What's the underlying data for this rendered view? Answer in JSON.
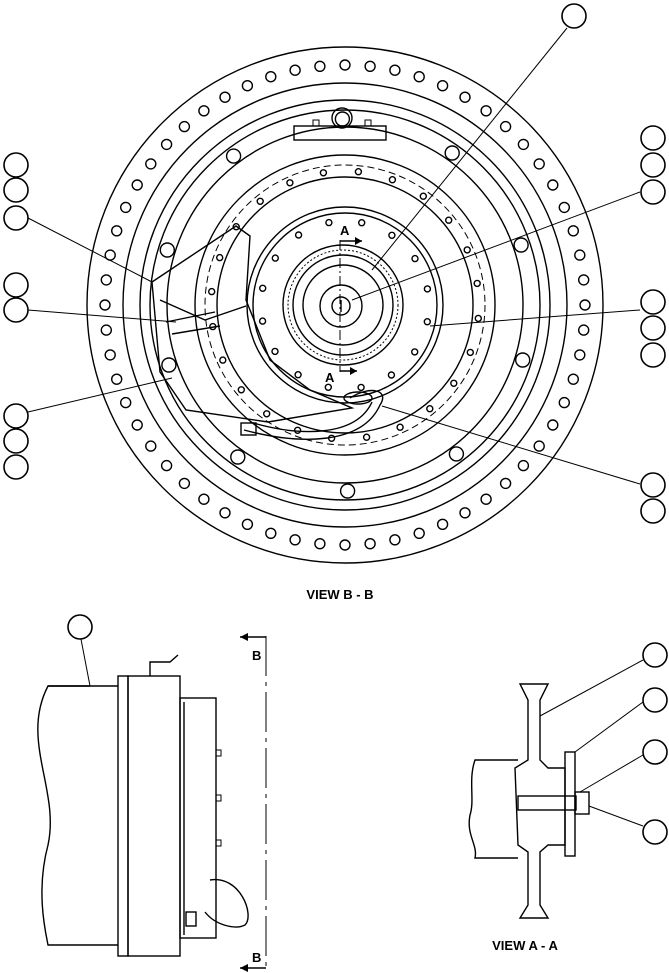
{
  "views": {
    "main_label": "VIEW B - B",
    "section_label": "VIEW A - A"
  },
  "markers": {
    "section_a_top": "A",
    "section_a_bottom": "A",
    "section_b_top": "B",
    "section_b_bottom": "B"
  },
  "colors": {
    "ink": "#000000",
    "paper": "#ffffff"
  }
}
